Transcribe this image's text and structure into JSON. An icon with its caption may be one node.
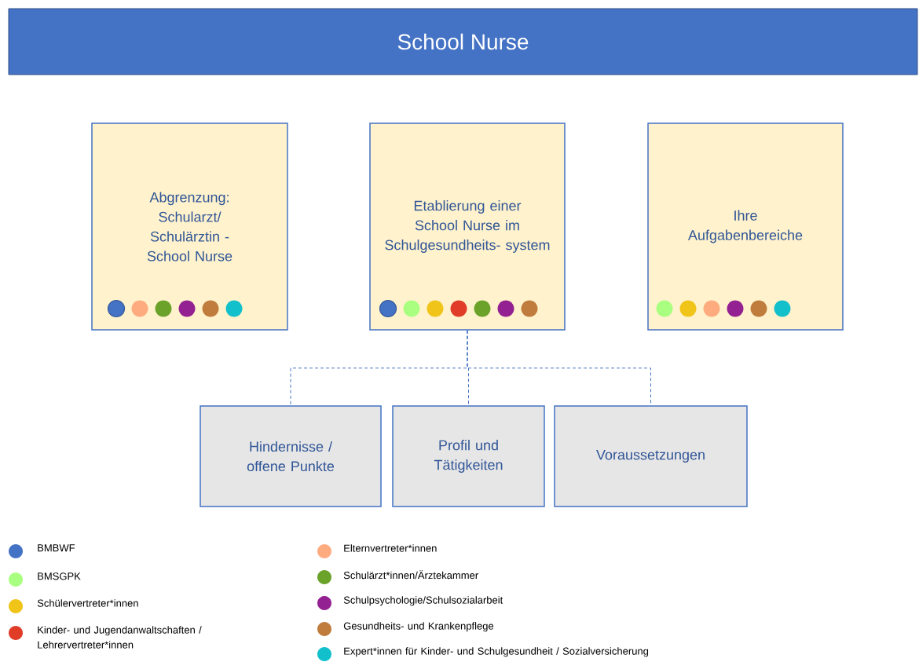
{
  "diagram": {
    "title": "School Nurse",
    "nodes": [
      {
        "text": [
          "Abgrenzung: Schularzt/ Schulärztin - School Nurse"
        ]
      },
      {
        "text": [
          "Etablierung einer School Nurse im Schulgesundheits- system"
        ]
      },
      {
        "text": [
          "Ihre Aufgabenbereiche"
        ]
      },
      {
        "text": [
          "Hindernisse / offene Punkte"
        ]
      },
      {
        "text": [
          "Profil und Tätigkeiten"
        ]
      },
      {
        "text": [
          "Voraussetzungen"
        ]
      }
    ],
    "edges": [
      {
        "from": 1,
        "to": 3,
        "arrow": "none",
        "style": "dashed"
      },
      {
        "from": 1,
        "to": 4,
        "arrow": "none",
        "style": "dashed"
      },
      {
        "from": 1,
        "to": 5,
        "arrow": "none",
        "style": "dashed"
      }
    ],
    "legend": [
      {
        "text": "BMBWF",
        "color": "#4472c4"
      },
      {
        "text": "BMSGPK",
        "color": "#a9ff80"
      },
      {
        "text": "Schülervertreter*innen",
        "color": "#f0c419"
      },
      {
        "text": "Kinder- und Jugendanwaltschaften / Lehrervertreter*innen",
        "color": "#e03c28"
      },
      {
        "text": "Elternvertreter*innen",
        "color": "#ffab80"
      },
      {
        "text": "Schulärzt*innen/Ärztekammer",
        "color": "#6aa22a"
      },
      {
        "text": "Schulpsychologie/Schulsozialarbeit",
        "color": "#942192"
      },
      {
        "text": "Gesundheits- und Krankenpflege",
        "color": "#c07c3c"
      },
      {
        "text": "Expert*innen für Kinder-  und Schulgesundheit / Sozialversicherung",
        "color": "#12c0cc"
      }
    ]
  }
}
